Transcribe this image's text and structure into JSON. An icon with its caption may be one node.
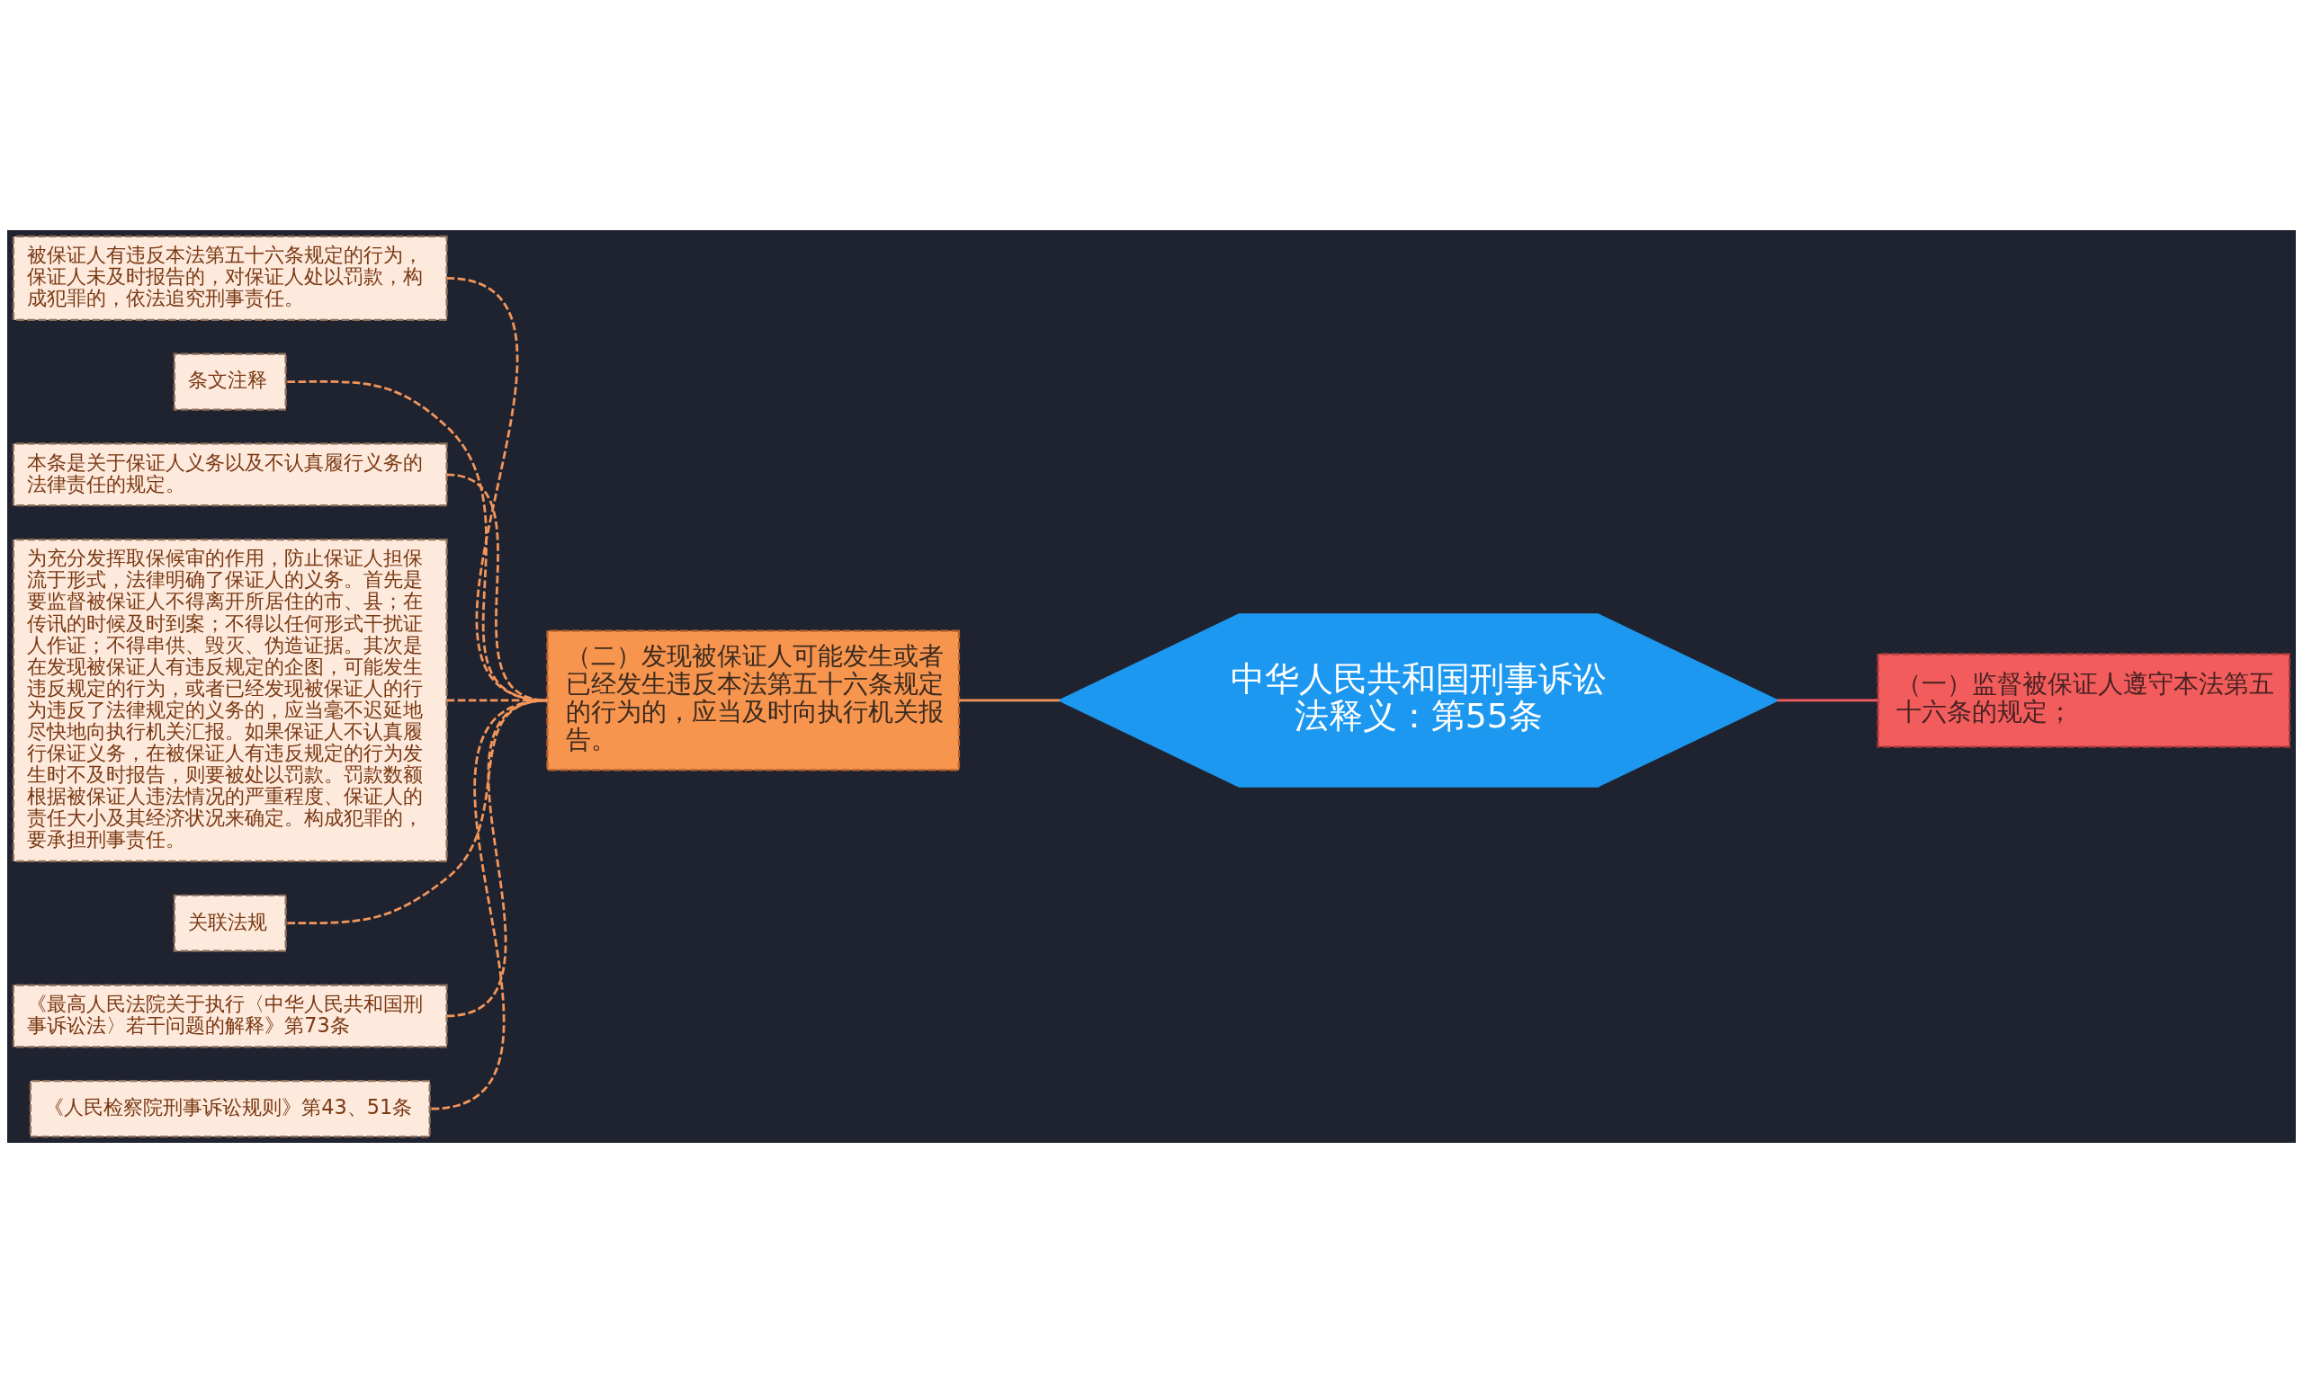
{
  "diagram": {
    "nodes": [
      {
        "text": [
          "中华人民共和国刑事诉讼法释义：第55条"
        ]
      },
      {
        "text": [
          "（二）发现被保证人可能发生或者已经发生违反本法第五十六条规定的行为的，应当及时向执行机关报告。"
        ]
      },
      {
        "text": [
          "（一）监督被保证人遵守本法第五十六条的规定；"
        ]
      },
      {
        "text": [
          "被保证人有违反本法第五十六条规定的行为，保证人未及时报告的，对保证人处以罚款，构成犯罪的，依法追究刑事责任。"
        ]
      },
      {
        "text": [
          "条文注释"
        ]
      },
      {
        "text": [
          "本条是关于保证人义务以及不认真履行义务的法律责任的规定。"
        ]
      },
      {
        "text": [
          "为充分发挥取保候审的作用，防止保证人担保流于形式，法律明确了保证人的义务。首先是要监督被保证人不得离开所居住的市、县；在传讯的时候及时到案；不得以任何形式干扰证人作证；不得串供、毁灭、伪造证据。其次是在发现被保证人有违反规定的企图，可能发生违反规定的行为，或者已经发现被保证人的行为违反了法律规定的义务的，应当毫不迟延地尽快地向执行机关汇报。如果保证人不认真履行保证义务，在被保证人有违反规定的行为发生时不及时报告，则要被处以罚款。罚款数额根据被保证人违法情况的严重程度、保证人的责任大小及其经济状况来确定。构成犯罪的，要承担刑事责任。"
        ]
      },
      {
        "text": [
          "关联法规"
        ]
      },
      {
        "text": [
          "《最高人民法院关于执行〈中华人民共和国刑事诉讼法〉若干问题的解释》第73条"
        ]
      },
      {
        "text": [
          "《人民检察院刑事诉讼规则》第43、51条"
        ]
      }
    ],
    "edges": [
      {
        "from": 1,
        "to": 0,
        "arrow": "none"
      },
      {
        "from": 0,
        "to": 2,
        "arrow": "none",
        "color": "#f25c5c"
      },
      {
        "from": 3,
        "to": 1,
        "arrow": "none",
        "style": "dashed"
      },
      {
        "from": 4,
        "to": 1,
        "arrow": "none",
        "style": "dashed"
      },
      {
        "from": 5,
        "to": 1,
        "arrow": "none",
        "style": "dashed"
      },
      {
        "from": 6,
        "to": 1,
        "arrow": "none",
        "style": "dashed"
      },
      {
        "from": 7,
        "to": 1,
        "arrow": "none",
        "style": "dashed"
      },
      {
        "from": 8,
        "to": 1,
        "arrow": "none",
        "style": "dashed"
      },
      {
        "from": 9,
        "to": 1,
        "arrow": "none",
        "style": "dashed"
      }
    ]
  }
}
